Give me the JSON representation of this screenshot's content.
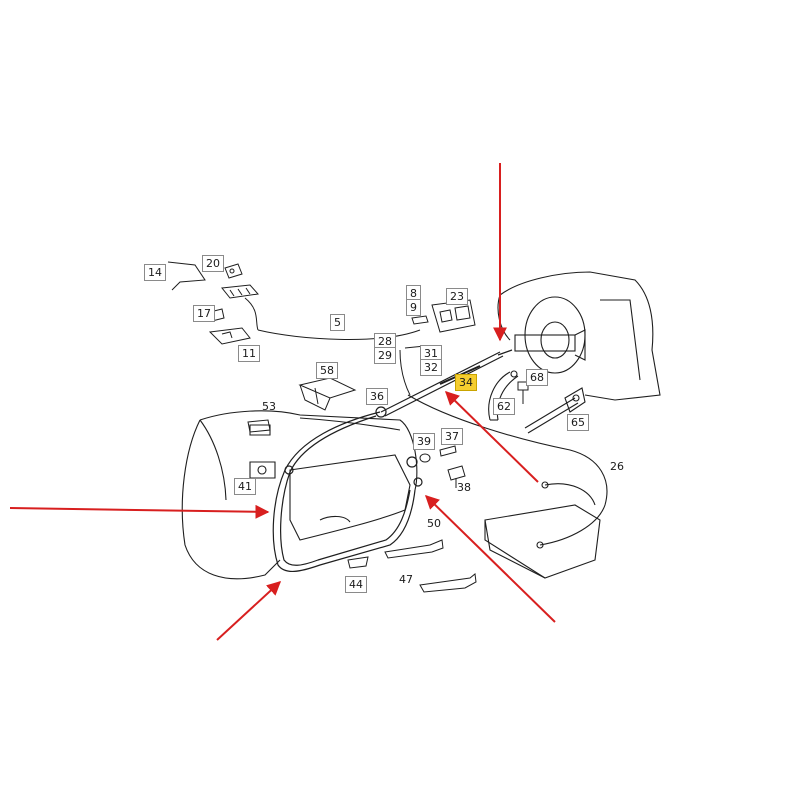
{
  "colors": {
    "line": "#1f1f1f",
    "arrow": "#d81f1f",
    "highlight": "#f5cd2f",
    "background": "#ffffff"
  },
  "labels": {
    "n5": "5",
    "n8": "8",
    "n9": "9",
    "n11": "11",
    "n14": "14",
    "n17": "17",
    "n20": "20",
    "n23": "23",
    "n26": "26",
    "n28": "28",
    "n29": "29",
    "n31": "31",
    "n32": "32",
    "n34": "34",
    "n36": "36",
    "n37": "37",
    "n38": "38",
    "n39": "39",
    "n41": "41",
    "n44": "44",
    "n47": "47",
    "n50": "50",
    "n53": "53",
    "n58": "58",
    "n62": "62",
    "n65": "65",
    "n68": "68"
  },
  "highlighted_part": "34",
  "arrows": [
    "arrow-top",
    "arrow-left",
    "arrow-bottom-left",
    "arrow-bottom-right",
    "arrow-diagonal"
  ]
}
